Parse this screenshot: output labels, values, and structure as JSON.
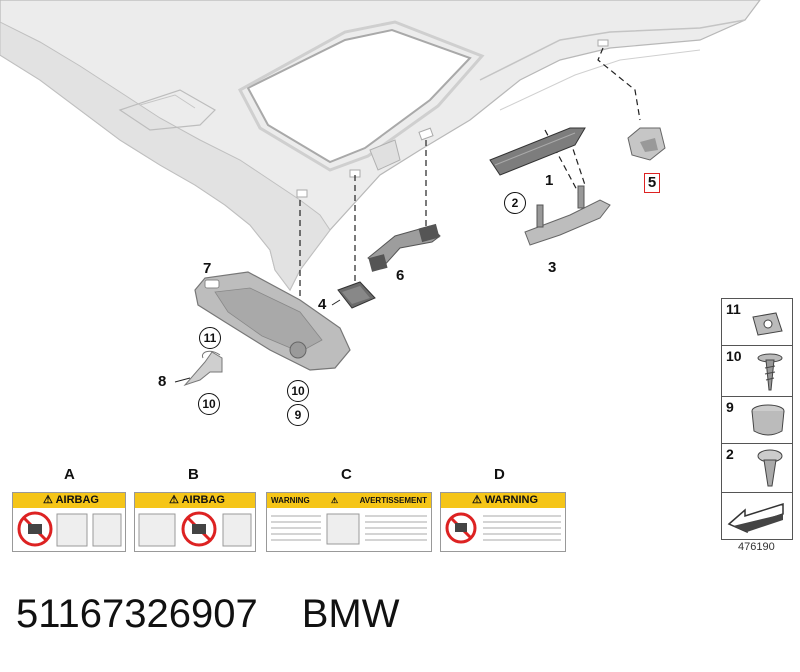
{
  "callouts": {
    "c1": "1",
    "c2": "2",
    "c3": "3",
    "c4": "4",
    "c5": "5",
    "c6": "6",
    "c7": "7",
    "c8": "8",
    "c9": "9",
    "c10a": "10",
    "c10b": "10",
    "c11": "11"
  },
  "side_panel": {
    "items": [
      {
        "num": "11",
        "icon": "clip-nut-icon"
      },
      {
        "num": "10",
        "icon": "screw-icon"
      },
      {
        "num": "9",
        "icon": "sleeve-icon"
      },
      {
        "num": "2",
        "icon": "plug-screw-icon"
      }
    ],
    "ref_number": "476190"
  },
  "labels": {
    "A": {
      "letter": "A",
      "banner": "AIRBAG"
    },
    "B": {
      "letter": "B",
      "banner": "AIRBAG"
    },
    "C": {
      "letter": "C",
      "banner_left": "WARNING",
      "banner_right": "AVERTISSEMENT"
    },
    "D": {
      "letter": "D",
      "banner": "WARNING"
    }
  },
  "footer": {
    "part_number": "51167326907",
    "brand": "BMW"
  },
  "colors": {
    "highlight_box": "#d22222",
    "warning_yellow": "#f5c518",
    "part_grey": "#c9c9c9"
  }
}
